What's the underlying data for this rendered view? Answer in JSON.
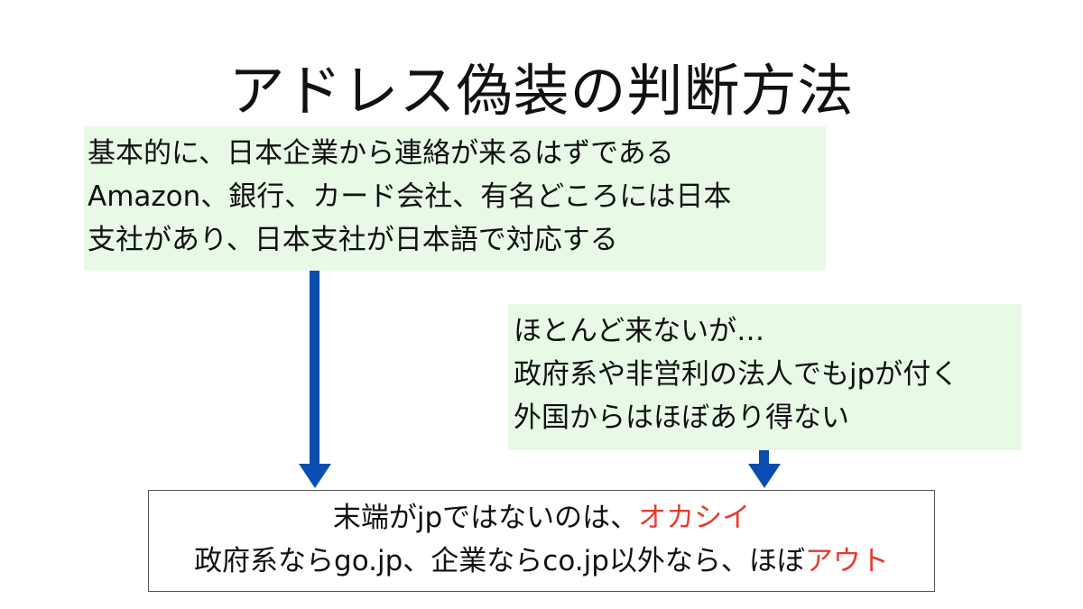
{
  "title": "アドレス偽装の判断方法",
  "top_box": {
    "lines": [
      "基本的に、日本企業から連絡が来るはずである",
      "Amazon、銀行、カード会社、有名どころには日本",
      "支社があり、日本支社が日本語で対応する"
    ]
  },
  "right_box": {
    "lines": [
      "ほとんど来ないが…",
      "政府系や非営利の法人でもjpが付く",
      "外国からはほぼあり得ない"
    ]
  },
  "result_box": {
    "line1": {
      "text": "末端がjpではないのは、",
      "highlight": "オカシイ"
    },
    "line2": {
      "text": "政府系ならgo.jp、企業ならco.jp以外なら、ほぼ",
      "highlight": "アウト"
    }
  },
  "colors": {
    "arrow": "#0b4db1",
    "highlight": "#e83a2f",
    "box_fill": "#e8f9e6"
  }
}
